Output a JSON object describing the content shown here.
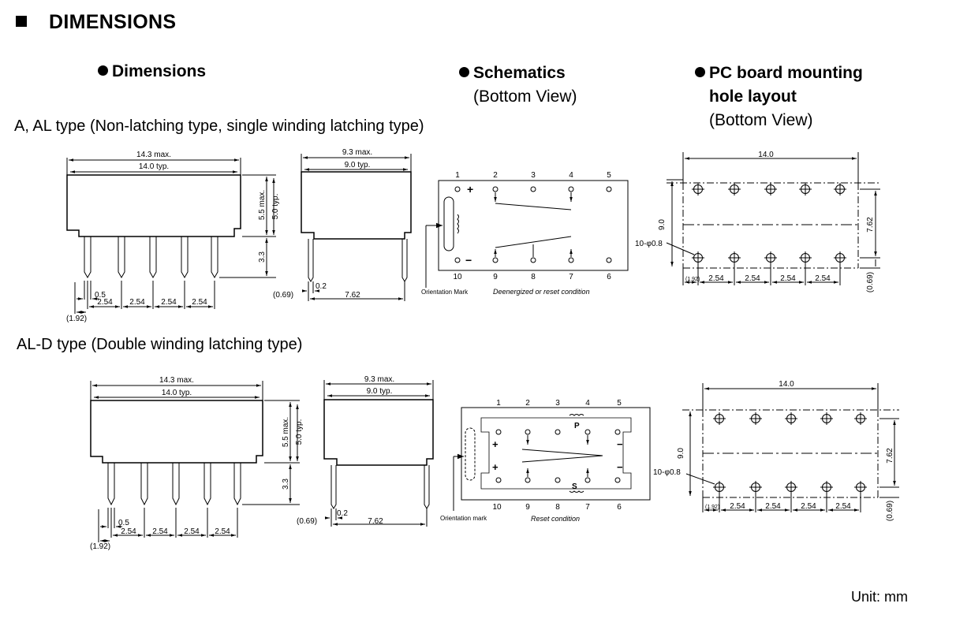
{
  "section_title": "DIMENSIONS",
  "headings": {
    "dimensions": "Dimensions",
    "schematics": "Schematics",
    "schematics_view": "(Bottom View)",
    "pcb_line1": "PC board mounting",
    "pcb_line2": "hole layout",
    "pcb_view": "(Bottom View)"
  },
  "types": {
    "a_al": "A, AL type (Non-latching type, single winding latching type)",
    "al_d": "AL-D type (Double winding latching type)"
  },
  "front_view": {
    "overall": "14.3 max.",
    "typical": "14.0 typ.",
    "height_max": "5.5 max.",
    "height_typ": "5.0 typ.",
    "pin_length": "3.3",
    "pin_width": "0.5",
    "pitch": "2.54",
    "offset": "(1.92)"
  },
  "side_view": {
    "overall": "9.3 max.",
    "typical": "9.0 typ.",
    "pin_thickness": "0.2",
    "row_spacing": "7.62",
    "offset": "(0.69)"
  },
  "schematic": {
    "top_pins": [
      "1",
      "2",
      "3",
      "4",
      "5"
    ],
    "bottom_pins": [
      "10",
      "9",
      "8",
      "7",
      "6"
    ],
    "orientation_label": "Orientation Mark",
    "orientation_label_d": "Orientation mark",
    "caption_a": "Deenergized or reset condition",
    "caption_d": "Reset condition",
    "plus": "+",
    "minus": "−",
    "coil_p": "P",
    "coil_s": "S"
  },
  "pcb": {
    "width": "14.0",
    "height": "9.0",
    "row_spacing": "7.62",
    "holes": "10-φ0.8",
    "pitch": "2.54",
    "offset_left": "(1.92)",
    "offset_bottom": "(0.69)"
  },
  "unit": "Unit: mm"
}
